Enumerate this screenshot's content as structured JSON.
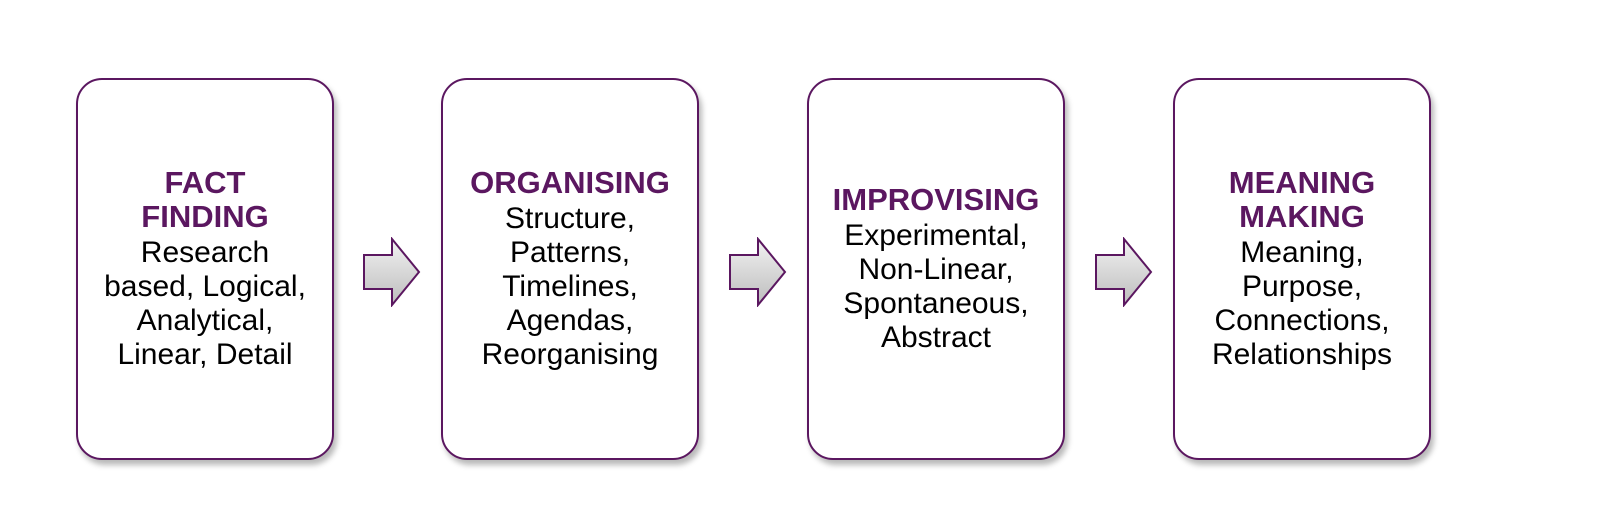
{
  "colors": {
    "accent": "#5b1760",
    "arrow_fill_top": "#f2f2f2",
    "arrow_fill_bottom": "#bdbdbd",
    "arrow_stroke": "#5b1760"
  },
  "cards": [
    {
      "title_lines": [
        "FACT",
        "FINDING"
      ],
      "body_lines": [
        "Research",
        "based, Logical,",
        "Analytical,",
        "Linear, Detail"
      ]
    },
    {
      "title_lines": [
        "ORGANISING"
      ],
      "body_lines": [
        "Structure,",
        "Patterns,",
        "Timelines,",
        "Agendas,",
        "Reorganising"
      ]
    },
    {
      "title_lines": [
        "IMPROVISING"
      ],
      "body_lines": [
        "Experimental,",
        "Non-Linear,",
        "Spontaneous,",
        "Abstract"
      ]
    },
    {
      "title_lines": [
        "MEANING",
        "MAKING"
      ],
      "body_lines": [
        "Meaning,",
        "Purpose,",
        "Connections,",
        "Relationships"
      ]
    }
  ],
  "arrows": [
    {
      "icon": "right-arrow-icon"
    },
    {
      "icon": "right-arrow-icon"
    },
    {
      "icon": "right-arrow-icon"
    }
  ]
}
